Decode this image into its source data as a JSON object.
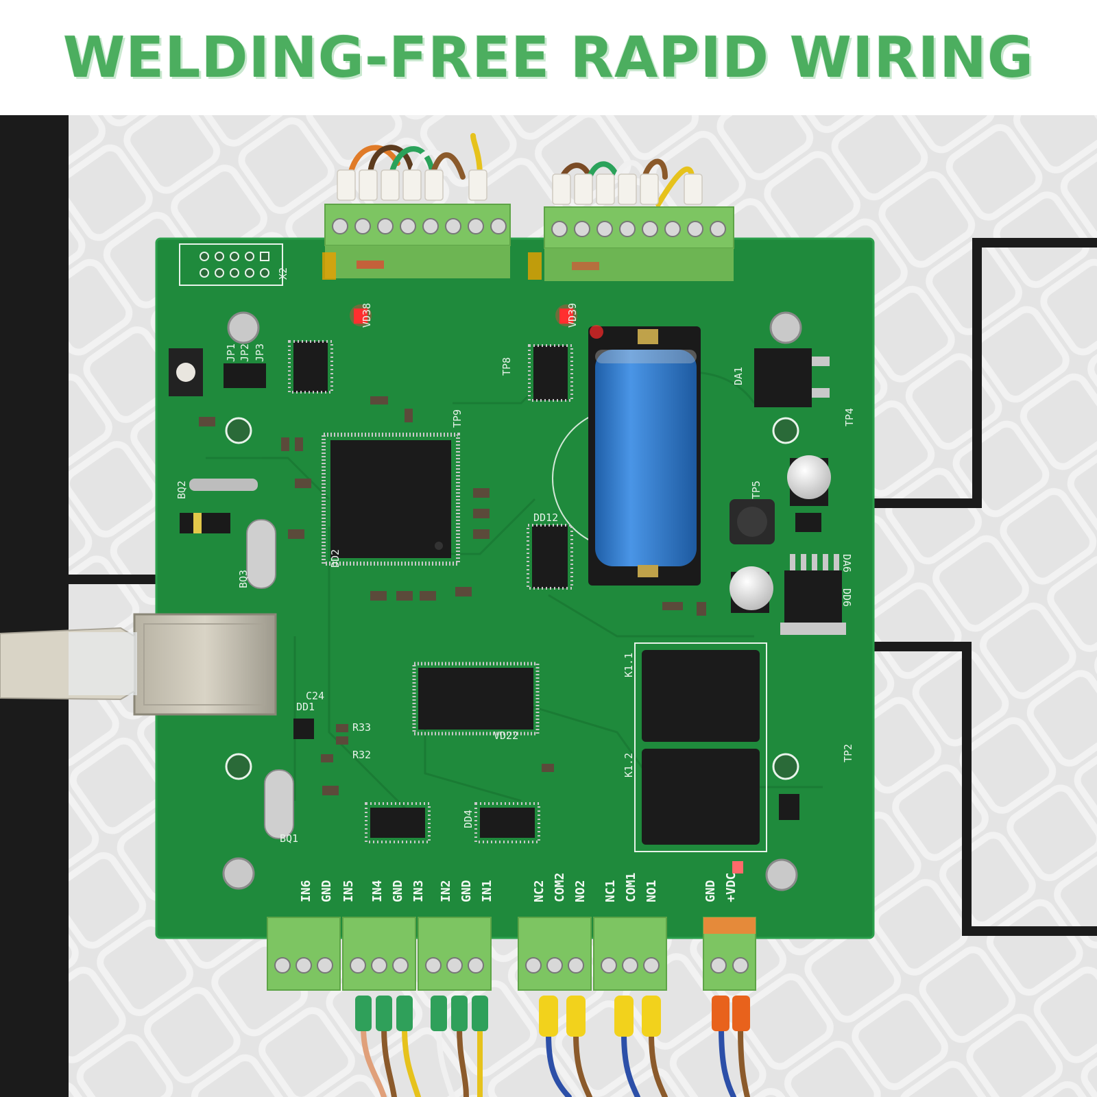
{
  "headline": "WELDING-FREE RAPID WIRING",
  "colors": {
    "headline_green": "#4cae5f",
    "pcb_green": "#1f8a3c",
    "terminal_green": "#7dc562",
    "battery_blue": "#2f77c9",
    "led_red": "#ff2a2a"
  },
  "silkscreen": {
    "terminals": [
      "IN6",
      "GND",
      "IN5",
      "IN4",
      "GND",
      "IN3",
      "IN2",
      "GND",
      "IN1",
      "NC2",
      "COM2",
      "NO2",
      "NC1",
      "COM1",
      "NO1",
      "GND",
      "+VDC"
    ],
    "components": [
      "DD2",
      "DD12",
      "DD6",
      "DD4",
      "DA1",
      "DA6",
      "K1.1",
      "K1.2",
      "TP9",
      "TP8",
      "TP5",
      "TP4",
      "TP2",
      "X2",
      "JP1",
      "JP2",
      "JP3",
      "BQ2",
      "BQ3",
      "BQ1",
      "DD1",
      "C24",
      "R32",
      "R33",
      "VD22",
      "VD38",
      "VD39"
    ]
  }
}
